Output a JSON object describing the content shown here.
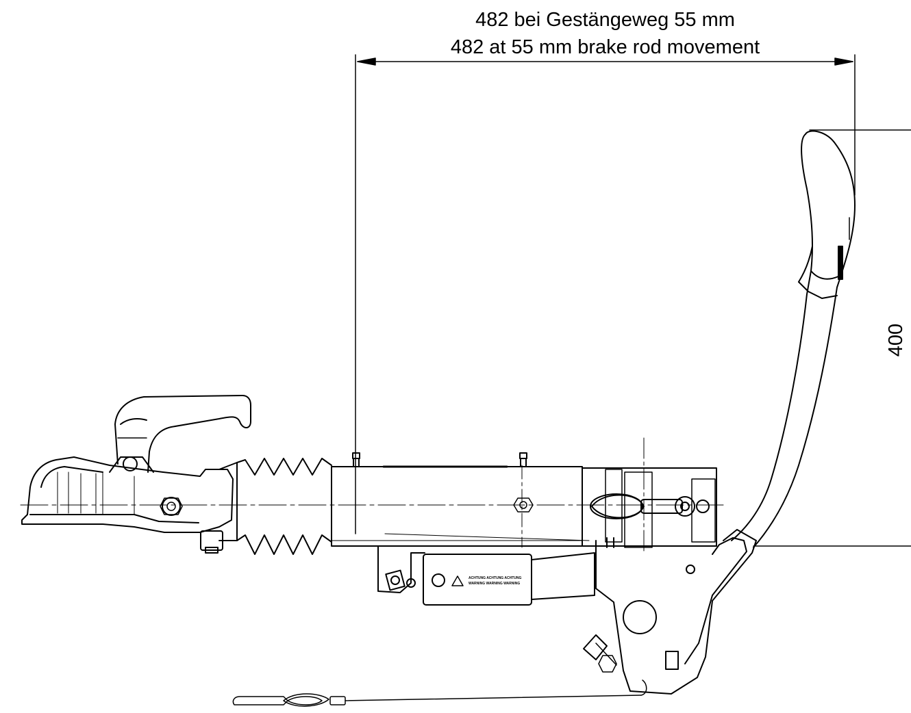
{
  "dimensions": {
    "horizontal_label_de": "482 bei Gestängeweg 55 mm",
    "horizontal_label_en": "482 at 55 mm brake rod movement",
    "vertical_label": "400"
  },
  "warning_label": {
    "line1": "ACHTUNG ACHTUNG ACHTUNG",
    "line2": "WARNING WARNING WARNING"
  },
  "colors": {
    "ink": "#000000",
    "paper": "#ffffff"
  }
}
